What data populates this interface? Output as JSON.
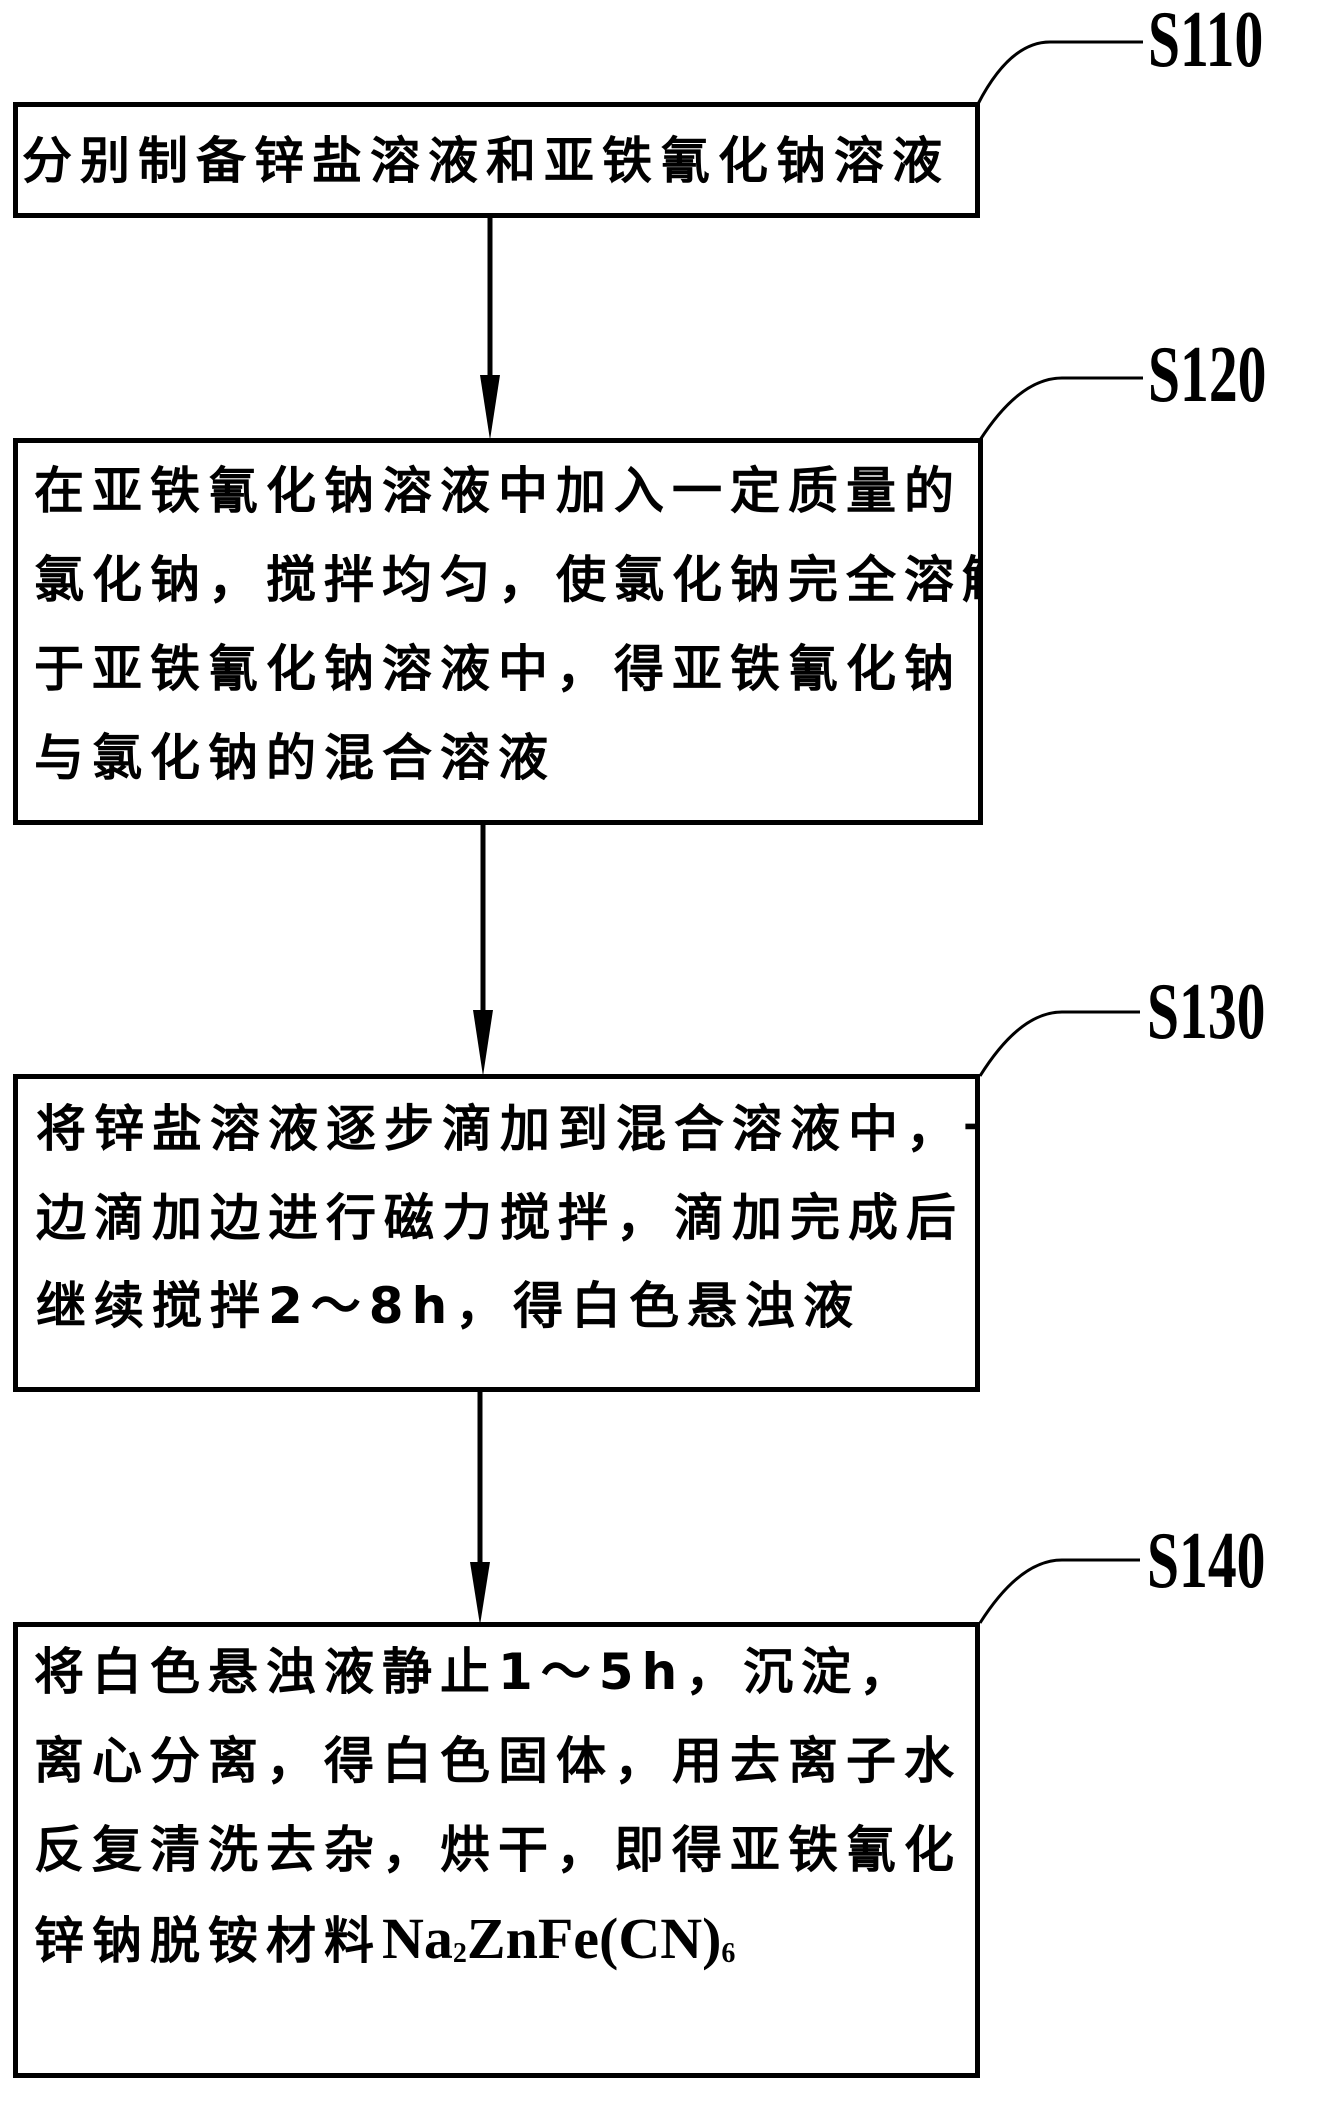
{
  "flowchart": {
    "steps": [
      {
        "id": "S110",
        "label": "S110",
        "lines": [
          "分别制备锌盐溶液和亚铁氰化钠溶液"
        ]
      },
      {
        "id": "S120",
        "label": "S120",
        "lines": [
          "在亚铁氰化钠溶液中加入一定质量的",
          "氯化钠，搅拌均匀，使氯化钠完全溶解",
          "于亚铁氰化钠溶液中，得亚铁氰化钠",
          "与氯化钠的混合溶液"
        ]
      },
      {
        "id": "S130",
        "label": "S130",
        "lines": [
          "将锌盐溶液逐步滴加到混合溶液中，一",
          "边滴加边进行磁力搅拌，滴加完成后",
          "继续搅拌2～8h，得白色悬浊液"
        ]
      },
      {
        "id": "S140",
        "label": "S140",
        "lines": [
          "将白色悬浊液静止1～5h，沉淀，",
          "离心分离，得白色固体，用去离子水",
          "反复清洗去杂，烘干，即得亚铁氰化"
        ],
        "last_line_prefix": "锌钠脱铵材料",
        "formula": {
          "part1": "Na",
          "sub1": "2",
          "part2": "ZnFe(CN)",
          "sub2": "6"
        }
      }
    ],
    "colors": {
      "stroke": "#000000",
      "background": "#ffffff"
    }
  }
}
